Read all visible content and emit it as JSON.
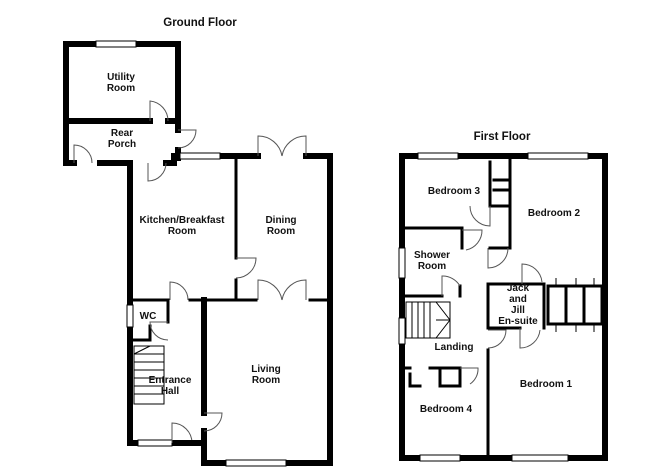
{
  "titles": {
    "ground": "Ground Floor",
    "first": "First Floor"
  },
  "rooms": {
    "utility": [
      "Utility",
      "Room"
    ],
    "rear_porch": [
      "Rear",
      "Porch"
    ],
    "kitchen": [
      "Kitchen/Breakfast",
      "Room"
    ],
    "dining": [
      "Dining",
      "Room"
    ],
    "wc": [
      "WC"
    ],
    "entrance_hall": [
      "Entrance",
      "Hall"
    ],
    "living": [
      "Living",
      "Room"
    ],
    "bedroom3": [
      "Bedroom 3"
    ],
    "bedroom2": [
      "Bedroom 2"
    ],
    "shower": [
      "Shower",
      "Room"
    ],
    "ensuite": [
      "Jack",
      "and",
      "Jill",
      "En-suite"
    ],
    "landing": [
      "Landing"
    ],
    "bedroom1": [
      "Bedroom 1"
    ],
    "bedroom4": [
      "Bedroom 4"
    ]
  }
}
